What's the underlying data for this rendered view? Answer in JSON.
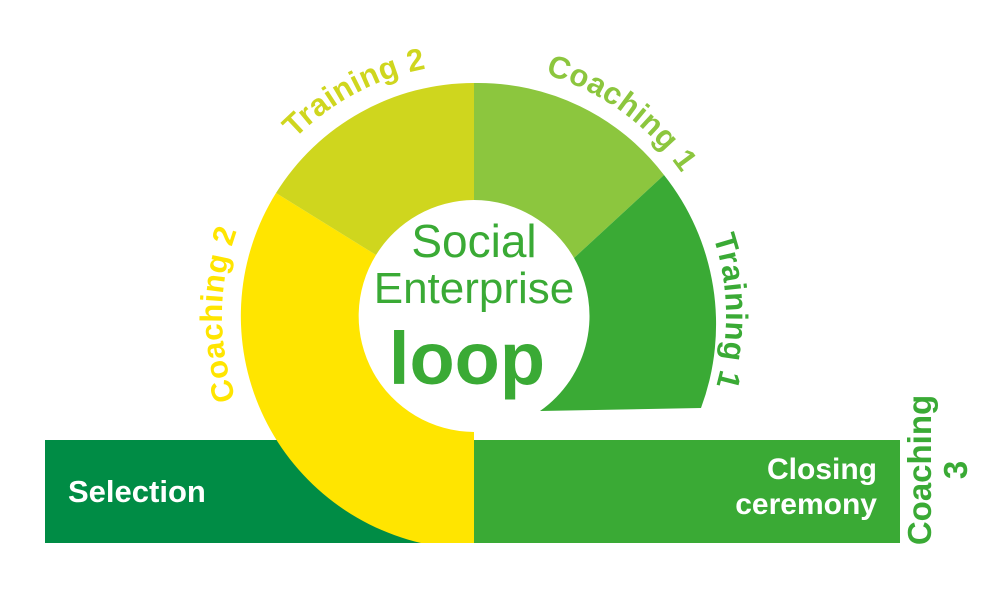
{
  "diagram": {
    "background": "#ffffff",
    "center": {
      "line1": "Social",
      "line2": "Enterprise",
      "line3": "loop",
      "text_color": "#3aaa35"
    },
    "segments": {
      "coaching2": {
        "label": "Coaching 2",
        "color": "#ffe500"
      },
      "training2": {
        "label": "Training 2",
        "color": "#cfd61e"
      },
      "coaching1": {
        "label": "Coaching 1",
        "color": "#8cc63e"
      },
      "training1": {
        "label": "Training 1",
        "color": "#3aaa35"
      }
    },
    "bars": {
      "selection": {
        "label": "Selection",
        "color": "#008c45",
        "text_color": "#ffffff"
      },
      "closing": {
        "line1": "Closing",
        "line2": "ceremony",
        "color": "#3aaa35",
        "text_color": "#ffffff"
      }
    },
    "side_label": {
      "line1": "Coaching",
      "line2": "3",
      "color": "#3aaa35"
    }
  }
}
